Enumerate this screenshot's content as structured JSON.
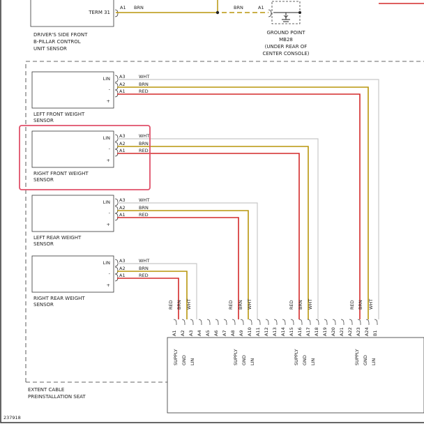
{
  "top": {
    "term_label": "TERM 31",
    "pin_left": "A1",
    "wire_left": "BRN",
    "wire_right": "BRN",
    "pin_right": "A1",
    "driver_sensor": [
      "DRIVER'S SIDE FRONT",
      "B-PILLAR CONTROL",
      "UNIT SENSOR"
    ],
    "ground": [
      "GROUND POINT",
      "MB28",
      "(UNDER REAR OF",
      "CENTER CONSOLE)"
    ]
  },
  "sensors": [
    {
      "name": [
        "LEFT FRONT WEIGHT",
        "SENSOR"
      ]
    },
    {
      "name": [
        "RIGHT FRONT WEIGHT",
        "SENSOR"
      ]
    },
    {
      "name": [
        "LEFT REAR WEIGHT",
        "SENSOR"
      ]
    },
    {
      "name": [
        "RIGHT REAR WEIGHT",
        "SENSOR"
      ]
    }
  ],
  "sensor_pins": {
    "lin": "LIN",
    "minus": "-",
    "plus": "+",
    "pins": [
      "A3",
      "A2",
      "A1"
    ],
    "wires": [
      "WHT",
      "BRN",
      "RED"
    ]
  },
  "wire_colors": {
    "WHT": "#c8c8c8",
    "BRN": "#b8960c",
    "RED": "#d42a2a"
  },
  "vertical_labels": [
    "RED",
    "BRN",
    "WHT"
  ],
  "connector_pins": [
    "A1",
    "A2",
    "A3",
    "A4",
    "A5",
    "A6",
    "A7",
    "A8",
    "A9",
    "A10",
    "A11",
    "A12",
    "A13",
    "A14",
    "A15",
    "A16",
    "A17",
    "A18",
    "A19",
    "A20",
    "A21",
    "A22",
    "A23",
    "A24",
    "B1"
  ],
  "bottom_func": [
    "SUPPLY",
    "GND",
    "LIN"
  ],
  "ext_cable": [
    "EXTENT CABLE",
    "PREINSTALLATION SEAT"
  ],
  "figure_id": "237918"
}
